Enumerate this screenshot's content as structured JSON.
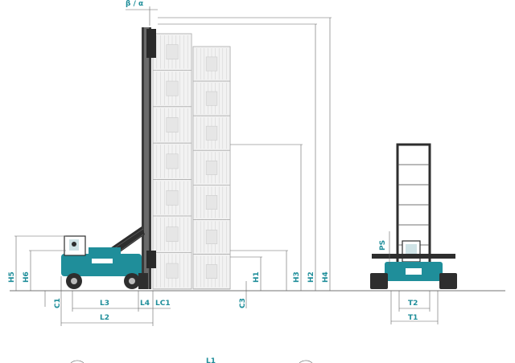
{
  "dimensions": {
    "beta_alpha": "β / α",
    "H5": "H5",
    "H6": "H6",
    "H1": "H1",
    "H3": "H3",
    "H2": "H2",
    "H4": "H4",
    "C1": "C1",
    "C3": "C3",
    "L3": "L3",
    "L4": "L4",
    "LC1": "LC1",
    "L2": "L2",
    "PS": "PS",
    "T2": "T2",
    "T1": "T1",
    "L1": "L1"
  },
  "colors": {
    "accent": "#1f8e9a",
    "machine_body": "#1f8e9a",
    "container": "#f2f2f2"
  }
}
